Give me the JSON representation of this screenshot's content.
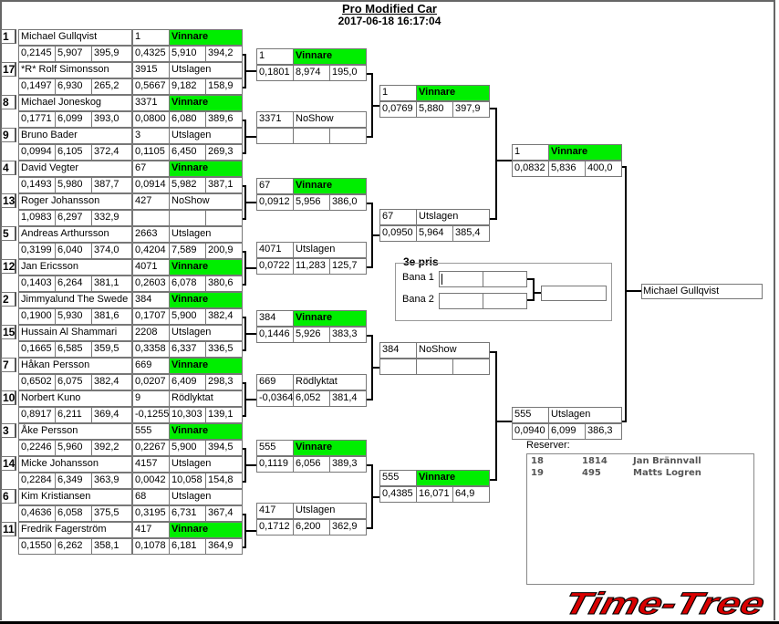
{
  "header": {
    "title": "Pro Modified Car",
    "datetime": "2017-06-18 16:17:04"
  },
  "colors": {
    "winner": "#00ee00",
    "logo": "#d90000"
  },
  "round1": [
    {
      "seed": "1",
      "name": "Michael Gullqvist",
      "r": [
        "0,2145",
        "5,907",
        "395,9"
      ],
      "no": "1",
      "status": "Vinnare",
      "win": true,
      "res": [
        "0,4325",
        "5,910",
        "394,2"
      ]
    },
    {
      "seed": "17",
      "name": "*R* Rolf Simonsson",
      "r": [
        "0,1497",
        "6,930",
        "265,2"
      ],
      "no": "3915",
      "status": "Utslagen",
      "win": false,
      "res": [
        "0,5667",
        "9,182",
        "158,9"
      ]
    },
    {
      "seed": "8",
      "name": "Michael Joneskog",
      "r": [
        "0,1771",
        "6,099",
        "393,0"
      ],
      "no": "3371",
      "status": "Vinnare",
      "win": true,
      "res": [
        "0,0800",
        "6,080",
        "389,6"
      ]
    },
    {
      "seed": "9",
      "name": "Bruno Bader",
      "r": [
        "0,0994",
        "6,105",
        "372,4"
      ],
      "no": "3",
      "status": "Utslagen",
      "win": false,
      "res": [
        "0,1105",
        "6,450",
        "269,3"
      ]
    },
    {
      "seed": "4",
      "name": "David Vegter",
      "r": [
        "0,1493",
        "5,980",
        "387,7"
      ],
      "no": "67",
      "status": "Vinnare",
      "win": true,
      "res": [
        "0,0914",
        "5,982",
        "387,1"
      ]
    },
    {
      "seed": "13",
      "name": "Roger Johansson",
      "r": [
        "1,0983",
        "6,297",
        "332,9"
      ],
      "no": "427",
      "status": "NoShow",
      "win": false,
      "res": [
        "",
        "",
        ""
      ]
    },
    {
      "seed": "5",
      "name": "Andreas Arthursson",
      "r": [
        "0,3199",
        "6,040",
        "374,0"
      ],
      "no": "2663",
      "status": "Utslagen",
      "win": false,
      "res": [
        "0,4204",
        "7,589",
        "200,9"
      ]
    },
    {
      "seed": "12",
      "name": "Jan Ericsson",
      "r": [
        "0,1403",
        "6,264",
        "381,1"
      ],
      "no": "4071",
      "status": "Vinnare",
      "win": true,
      "res": [
        "0,2603",
        "6,078",
        "380,6"
      ]
    },
    {
      "seed": "2",
      "name": "Jimmyalund The Swede",
      "r": [
        "0,1900",
        "5,930",
        "381,6"
      ],
      "no": "384",
      "status": "Vinnare",
      "win": true,
      "res": [
        "0,1707",
        "5,900",
        "382,4"
      ]
    },
    {
      "seed": "15",
      "name": "Hussain Al Shammari",
      "r": [
        "0,1665",
        "6,585",
        "359,5"
      ],
      "no": "2208",
      "status": "Utslagen",
      "win": false,
      "res": [
        "0,3358",
        "6,337",
        "336,5"
      ]
    },
    {
      "seed": "7",
      "name": "Håkan Persson",
      "r": [
        "0,6502",
        "6,075",
        "382,4"
      ],
      "no": "669",
      "status": "Vinnare",
      "win": true,
      "res": [
        "0,0207",
        "6,409",
        "298,3"
      ]
    },
    {
      "seed": "10",
      "name": "Norbert Kuno",
      "r": [
        "0,8917",
        "6,211",
        "369,4"
      ],
      "no": "9",
      "status": "Rödlyktat",
      "win": false,
      "res": [
        "-0,1255",
        "10,303",
        "139,1"
      ]
    },
    {
      "seed": "3",
      "name": "Åke Persson",
      "r": [
        "0,2246",
        "5,960",
        "392,2"
      ],
      "no": "555",
      "status": "Vinnare",
      "win": true,
      "res": [
        "0,2267",
        "5,900",
        "394,5"
      ]
    },
    {
      "seed": "14",
      "name": "Micke Johansson",
      "r": [
        "0,2284",
        "6,349",
        "363,9"
      ],
      "no": "4157",
      "status": "Utslagen",
      "win": false,
      "res": [
        "0,0042",
        "10,058",
        "154,8"
      ]
    },
    {
      "seed": "6",
      "name": "Kim Kristiansen",
      "r": [
        "0,4636",
        "6,058",
        "375,5"
      ],
      "no": "68",
      "status": "Utslagen",
      "win": false,
      "res": [
        "0,3195",
        "6,731",
        "367,4"
      ]
    },
    {
      "seed": "11",
      "name": "Fredrik Fagerström",
      "r": [
        "0,1550",
        "6,262",
        "358,1"
      ],
      "no": "417",
      "status": "Vinnare",
      "win": true,
      "res": [
        "0,1078",
        "6,181",
        "364,9"
      ]
    }
  ],
  "round2": [
    {
      "no": "1",
      "status": "Vinnare",
      "win": true,
      "res": [
        "0,1801",
        "8,974",
        "195,0"
      ]
    },
    {
      "no": "3371",
      "status": "NoShow",
      "win": false,
      "res": [
        "",
        "",
        ""
      ]
    },
    {
      "no": "67",
      "status": "Vinnare",
      "win": true,
      "res": [
        "0,0912",
        "5,956",
        "386,0"
      ]
    },
    {
      "no": "4071",
      "status": "Utslagen",
      "win": false,
      "res": [
        "0,0722",
        "11,283",
        "125,7"
      ]
    },
    {
      "no": "384",
      "status": "Vinnare",
      "win": true,
      "res": [
        "0,1446",
        "5,926",
        "383,3"
      ]
    },
    {
      "no": "669",
      "status": "Rödlyktat",
      "win": false,
      "res": [
        "-0,0364",
        "6,052",
        "381,4"
      ]
    },
    {
      "no": "555",
      "status": "Vinnare",
      "win": true,
      "res": [
        "0,1119",
        "6,056",
        "389,3"
      ]
    },
    {
      "no": "417",
      "status": "Utslagen",
      "win": false,
      "res": [
        "0,1712",
        "6,200",
        "362,9"
      ]
    }
  ],
  "round3": [
    {
      "no": "1",
      "status": "Vinnare",
      "win": true,
      "res": [
        "0,0769",
        "5,880",
        "397,9"
      ]
    },
    {
      "no": "67",
      "status": "Utslagen",
      "win": false,
      "res": [
        "0,0950",
        "5,964",
        "385,4"
      ]
    },
    {
      "no": "384",
      "status": "NoShow",
      "win": false,
      "res": [
        "",
        "",
        ""
      ]
    },
    {
      "no": "555",
      "status": "Vinnare",
      "win": true,
      "res": [
        "0,4385",
        "16,071",
        "64,9"
      ]
    }
  ],
  "round4": [
    {
      "no": "1",
      "status": "Vinnare",
      "win": true,
      "res": [
        "0,0832",
        "5,836",
        "400,0"
      ]
    },
    {
      "no": "555",
      "status": "Utslagen",
      "win": false,
      "res": [
        "0,0940",
        "6,099",
        "386,3"
      ]
    }
  ],
  "final": {
    "winner": "Michael Gullqvist"
  },
  "third_place": {
    "title": "3e pris",
    "lane1": "Bana 1",
    "lane2": "Bana 2"
  },
  "reserves": {
    "label": "Reserver:",
    "rows": [
      {
        "seed": "18",
        "no": "1814",
        "name": "Jan Brännvall"
      },
      {
        "seed": "19",
        "no": "495",
        "name": "Matts Logren"
      }
    ]
  },
  "logo": {
    "text": "Time-Tree"
  }
}
